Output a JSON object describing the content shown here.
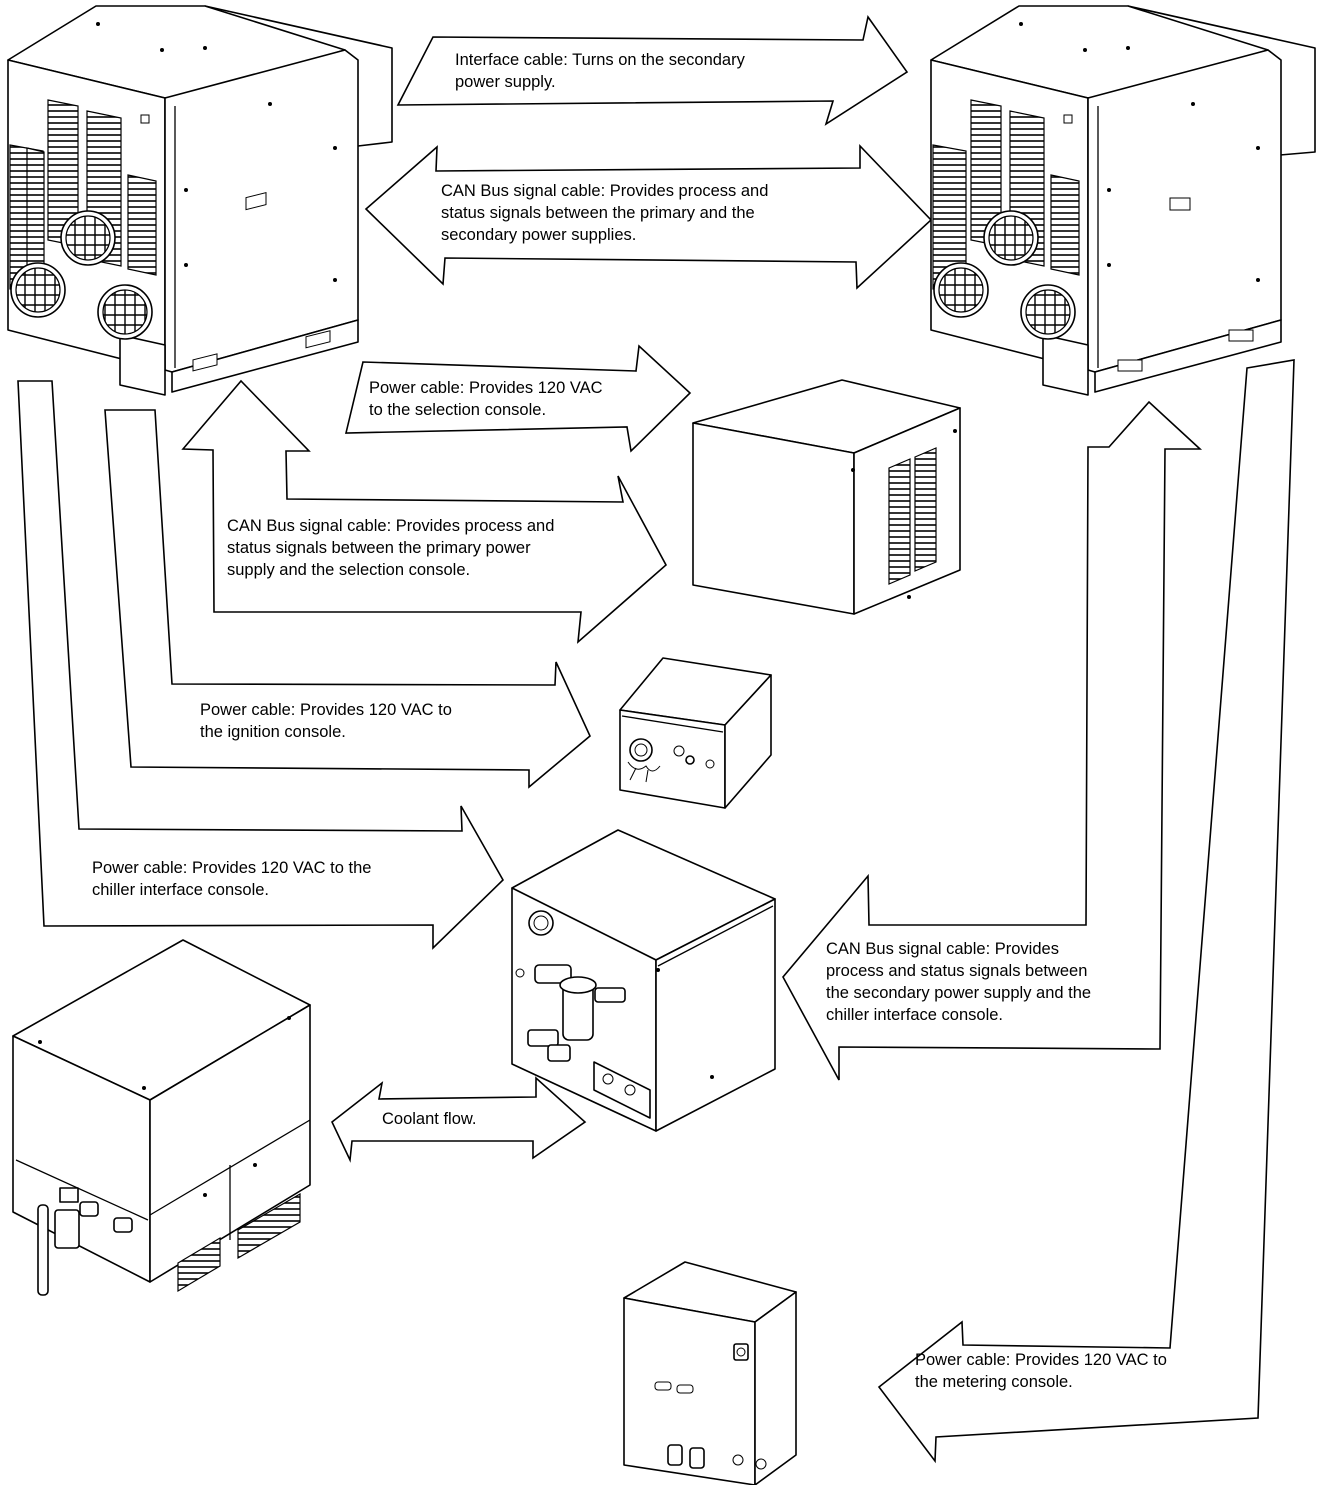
{
  "labels": {
    "interface_cable": [
      "Interface cable: Turns on the secondary",
      "power supply."
    ],
    "can_bus_primary_secondary": [
      "CAN Bus signal cable: Provides process and",
      "status signals between the primary and the",
      "secondary power supplies."
    ],
    "power_selection_console": [
      "Power cable: Provides 120 VAC",
      "to the selection console."
    ],
    "can_bus_selection_console": [
      "CAN Bus signal cable: Provides process and",
      "status signals between the primary power",
      "supply and the selection console."
    ],
    "power_ignition_console": [
      "Power cable: Provides 120 VAC to",
      "the ignition console."
    ],
    "power_chiller_interface": [
      "Power cable: Provides 120 VAC to the",
      "chiller interface console."
    ],
    "can_bus_chiller_interface": [
      "CAN Bus signal cable: Provides",
      "process and status signals between",
      "the secondary power supply and the",
      "chiller interface console."
    ],
    "coolant_flow": [
      "Coolant flow."
    ],
    "power_metering_console": [
      "Power cable: Provides 120 VAC to",
      "the metering console."
    ]
  },
  "colors": {
    "line": "#000000",
    "background": "#ffffff"
  }
}
